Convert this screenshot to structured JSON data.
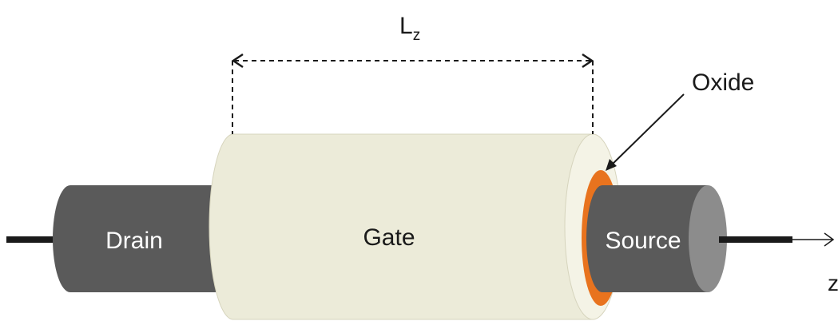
{
  "diagram": {
    "labels": {
      "length_main": "L",
      "length_sub": "z",
      "oxide": "Oxide",
      "drain": "Drain",
      "gate": "Gate",
      "source": "Source",
      "axis": "z"
    },
    "colors": {
      "drain_body": "#5a5a5a",
      "source_body": "#5a5a5a",
      "source_cap": "#8c8c8c",
      "gate_body": "#ecebd9",
      "gate_end_face": "#f4f3e6",
      "oxide": "#e8731e",
      "wire": "#1a1a1a",
      "dashed_dimension": "#1a1a1a"
    }
  }
}
